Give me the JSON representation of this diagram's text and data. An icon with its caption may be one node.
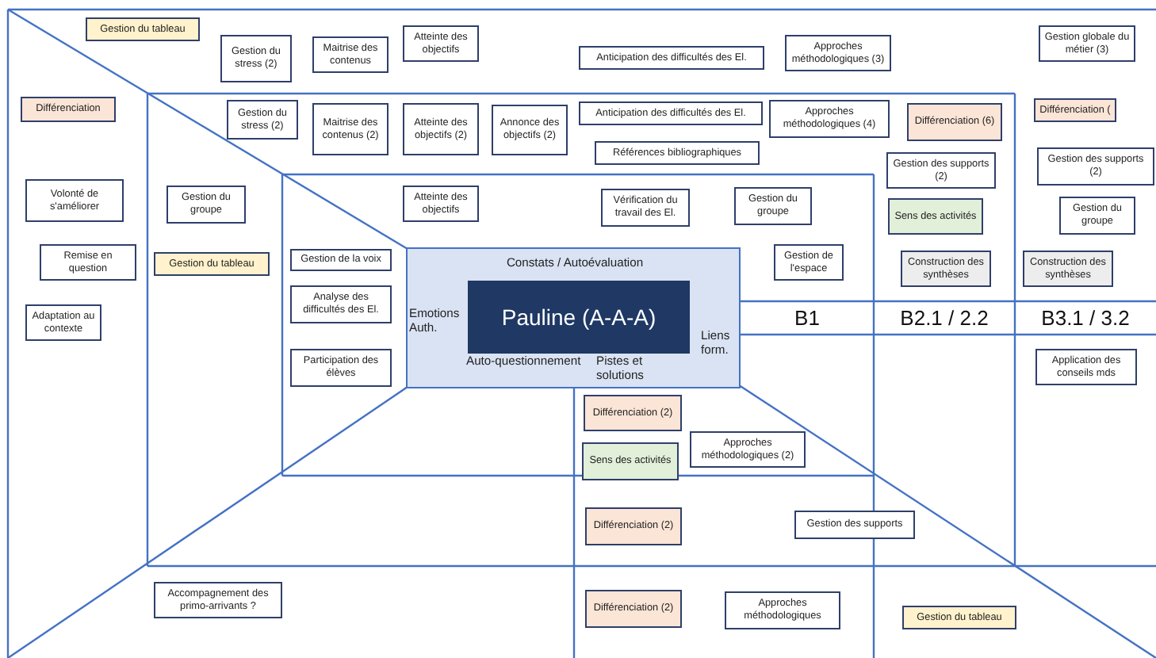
{
  "diagram": {
    "nodes": [
      {
        "text": [
          "Gestion du tableau"
        ]
      },
      {
        "text": [
          "Gestion du stress (2)"
        ]
      },
      {
        "text": [
          "Maitrise des contenus"
        ]
      },
      {
        "text": [
          "Atteinte des objectifs"
        ]
      },
      {
        "text": [
          "Anticipation des difficultés des El."
        ]
      },
      {
        "text": [
          "Approches méthodologiques (3)"
        ]
      },
      {
        "text": [
          "Gestion globale du métier (3)"
        ]
      },
      {
        "text": [
          "Différenciation"
        ]
      },
      {
        "text": [
          "Gestion du stress (2)"
        ]
      },
      {
        "text": [
          "Maitrise des contenus (2)"
        ]
      },
      {
        "text": [
          "Atteinte des objectifs (2)"
        ]
      },
      {
        "text": [
          "Annonce des objectifs (2)"
        ]
      },
      {
        "text": [
          "Anticipation des difficultés des El."
        ]
      },
      {
        "text": [
          "Approches méthodologiques (4)"
        ]
      },
      {
        "text": [
          "Différenciation (6)"
        ]
      },
      {
        "text": [
          "Différenciation ("
        ]
      },
      {
        "text": [
          "Références bibliographiques"
        ]
      },
      {
        "text": [
          "Gestion des supports (2)"
        ]
      },
      {
        "text": [
          "Gestion des supports (2)"
        ]
      },
      {
        "text": [
          "Volonté de s'améliorer"
        ]
      },
      {
        "text": [
          "Gestion du groupe"
        ]
      },
      {
        "text": [
          "Atteinte des objectifs"
        ]
      },
      {
        "text": [
          "Vérification du travail des El."
        ]
      },
      {
        "text": [
          "Gestion du groupe"
        ]
      },
      {
        "text": [
          "Sens des activités"
        ]
      },
      {
        "text": [
          "Gestion du groupe"
        ]
      },
      {
        "text": [
          "Remise en question"
        ]
      },
      {
        "text": [
          "Gestion du tableau"
        ]
      },
      {
        "text": [
          "Gestion de la voix"
        ]
      },
      {
        "text": [
          "Gestion de l'espace"
        ]
      },
      {
        "text": [
          "Construction des synthèses"
        ]
      },
      {
        "text": [
          "Construction des synthèses"
        ]
      },
      {
        "text": [
          "Analyse des difficultés des El."
        ]
      },
      {
        "text": [
          "Adaptation au contexte"
        ]
      },
      {
        "text": [
          "Constats / Autoévaluation",
          "Emotions Auth.",
          "Auto-questionnement",
          "Pistes et solutions",
          "Liens form."
        ]
      },
      {
        "text": [
          "Pauline (A-A-A)"
        ],
        "in": 34
      },
      {
        "text": [
          "Participation des élèves"
        ]
      },
      {
        "text": [
          "Application des conseils mds"
        ]
      },
      {
        "text": [
          "Différenciation (2)"
        ]
      },
      {
        "text": [
          "Approches méthodologiques (2)"
        ]
      },
      {
        "text": [
          "Sens des activités"
        ]
      },
      {
        "text": [
          "Différenciation (2)"
        ]
      },
      {
        "text": [
          "Gestion des supports"
        ]
      },
      {
        "text": [
          "Accompagnement des primo-arrivants ?"
        ]
      },
      {
        "text": [
          "Différenciation (2)"
        ]
      },
      {
        "text": [
          "Approches méthodologiques"
        ]
      },
      {
        "text": [
          "Gestion du tableau"
        ]
      }
    ],
    "labels": [
      "B1",
      "B2.1 / 2.2",
      "B3.1 / 3.2"
    ]
  }
}
